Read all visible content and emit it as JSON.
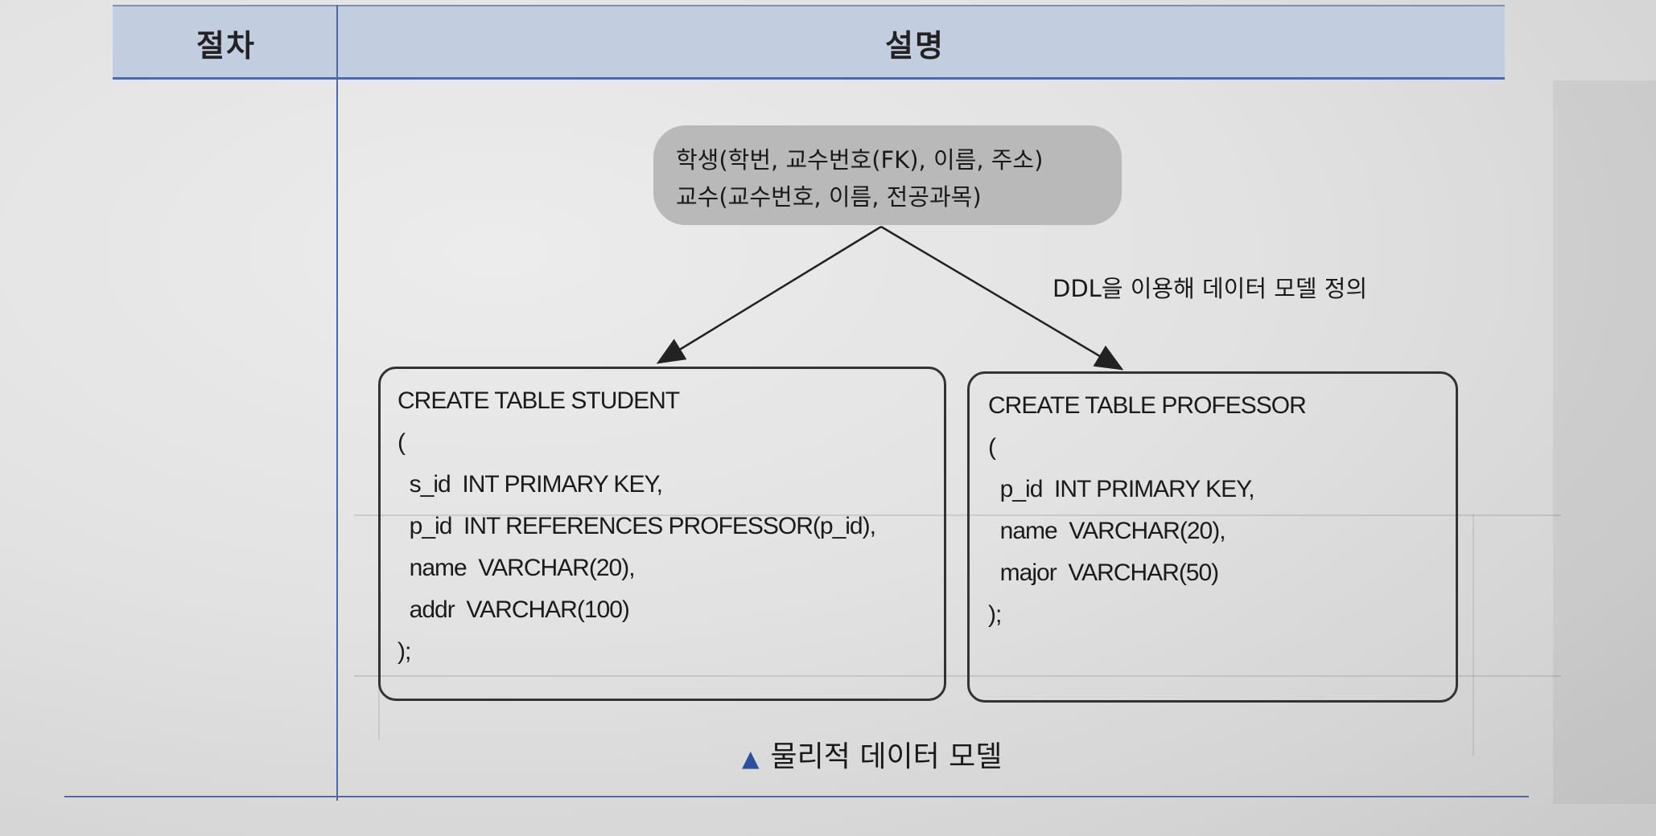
{
  "table": {
    "header": {
      "col_procedure": "절차",
      "col_description": "설명"
    }
  },
  "diagram": {
    "bubble": {
      "line1": "학생(학번, 교수번호(FK), 이름, 주소)",
      "line2": "교수(교수번호, 이름, 전공과목)"
    },
    "arrow_label": "DDL을 이용해 데이터 모델 정의",
    "student_ddl": [
      "CREATE TABLE STUDENT",
      "(",
      "  s_id  INT PRIMARY KEY,",
      "  p_id  INT REFERENCES PROFESSOR(p_id),",
      "  name  VARCHAR(20),",
      "  addr  VARCHAR(100)",
      ");"
    ],
    "professor_ddl": [
      "CREATE TABLE PROFESSOR",
      "(",
      "  p_id  INT PRIMARY KEY,",
      "  name  VARCHAR(20),",
      "  major  VARCHAR(50)",
      ");"
    ],
    "caption": "물리적 데이터 모델",
    "caption_marker": "▲"
  },
  "colors": {
    "header_fill": "#c3cde0",
    "rule_blue": "#4b6aa8",
    "bubble_fill": "#b9b9b9",
    "caption_marker": "#2c4f9e"
  }
}
